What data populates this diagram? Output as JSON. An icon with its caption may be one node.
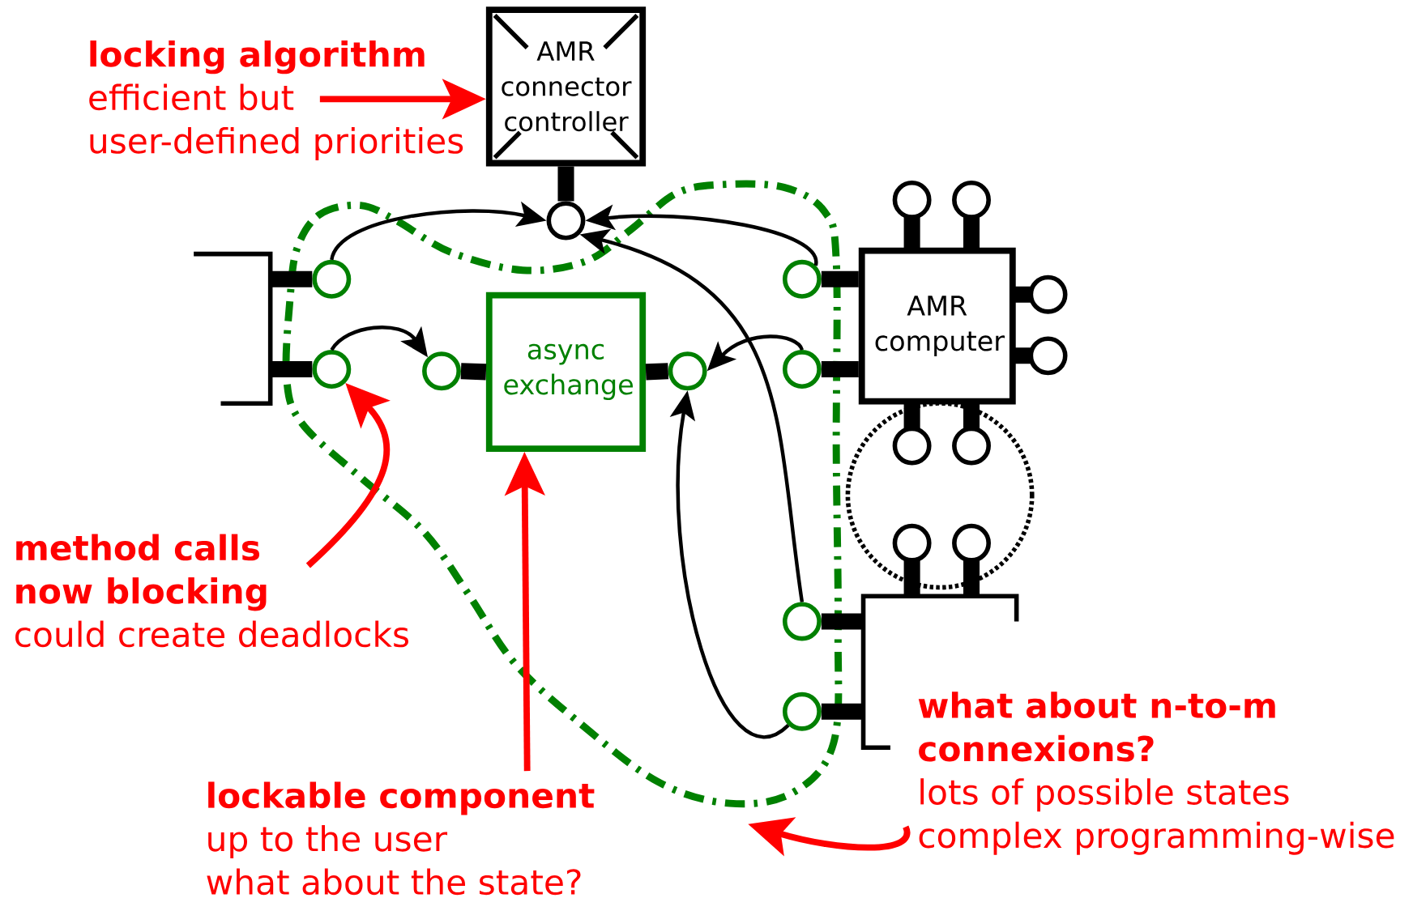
{
  "diagram": {
    "nodes": [
      {
        "text": [
          "locking algorithm",
          "efficient but user-defined priorities"
        ]
      },
      {
        "text": [
          "AMR connector controller"
        ]
      },
      {
        "text": [],
        "shape": "circle"
      },
      {
        "text": [],
        "shape": "box"
      },
      {
        "text": [],
        "shape": "circle"
      },
      {
        "text": [],
        "shape": "circle"
      },
      {
        "text": [],
        "shape": "circle"
      },
      {
        "text": [
          "async exchange"
        ]
      },
      {
        "text": [],
        "shape": "circle"
      },
      {
        "text": [],
        "shape": "circle"
      },
      {
        "text": [],
        "shape": "circle"
      },
      {
        "text": [
          "AMR computer"
        ]
      },
      {
        "text": [],
        "shape": "box"
      },
      {
        "text": [],
        "shape": "circle"
      },
      {
        "text": [],
        "shape": "circle"
      },
      {
        "text": [
          "method calls now blocking",
          "could create deadlocks"
        ]
      },
      {
        "text": [
          "lockable component",
          "up to the user",
          "what about the state?"
        ]
      },
      {
        "text": [
          "what about n-to-m connexions?",
          "lots of possible states",
          "complex programming-wise"
        ]
      }
    ],
    "edges": [
      {
        "from": 1,
        "to": 2,
        "arrow": "none",
        "style": "thick"
      },
      {
        "from": 3,
        "to": 4,
        "arrow": "none",
        "style": "thick"
      },
      {
        "from": 3,
        "to": 5,
        "arrow": "none",
        "style": "thick"
      },
      {
        "from": 6,
        "to": 7,
        "arrow": "none",
        "style": "thick"
      },
      {
        "from": 7,
        "to": 8,
        "arrow": "none",
        "style": "thick"
      },
      {
        "from": 9,
        "to": 11,
        "arrow": "none",
        "style": "thick"
      },
      {
        "from": 10,
        "to": 11,
        "arrow": "none",
        "style": "thick"
      },
      {
        "from": 13,
        "to": 12,
        "arrow": "none",
        "style": "thick"
      },
      {
        "from": 14,
        "to": 12,
        "arrow": "none",
        "style": "thick"
      },
      {
        "from": 4,
        "to": 2,
        "arrow": "to"
      },
      {
        "from": 9,
        "to": 2,
        "arrow": "to"
      },
      {
        "from": 13,
        "to": 2,
        "arrow": "to"
      },
      {
        "from": 5,
        "to": 6,
        "arrow": "to"
      },
      {
        "from": 10,
        "to": 8,
        "arrow": "to"
      },
      {
        "from": 14,
        "to": 8,
        "arrow": "to"
      },
      {
        "from": 0,
        "to": 1,
        "arrow": "to",
        "color": "#ff0000"
      },
      {
        "from": 15,
        "to": 5,
        "arrow": "to",
        "color": "#ff0000"
      },
      {
        "from": 16,
        "to": 7,
        "arrow": "to",
        "color": "#ff0000"
      },
      {
        "from": 17,
        "to": null,
        "arrow": "to",
        "color": "#ff0000"
      }
    ]
  }
}
